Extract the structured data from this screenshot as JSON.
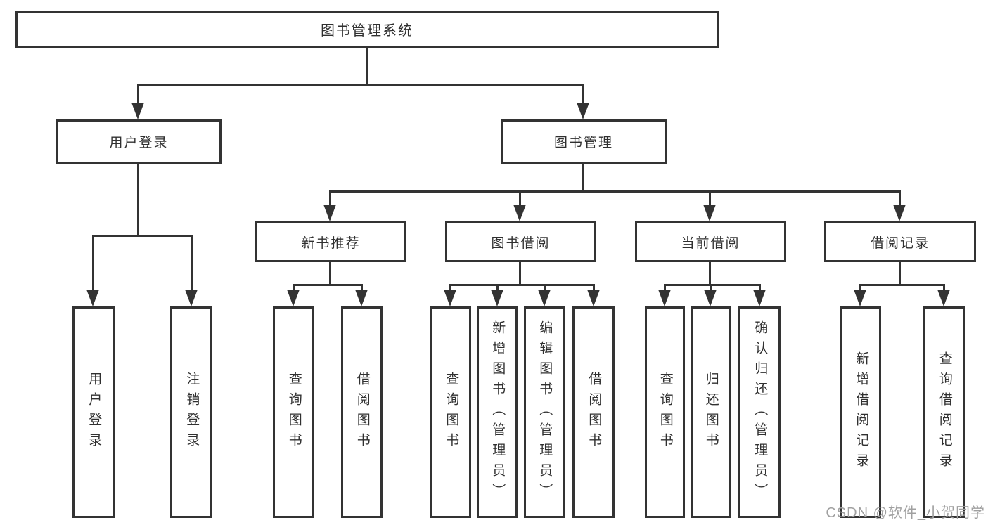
{
  "diagram": {
    "colors": {
      "line": "#333333",
      "text": "#303030",
      "watermark": "#a0a0a0",
      "background": "#ffffff"
    },
    "tree": {
      "root": {
        "label": "图书管理系统",
        "children": [
          {
            "label": "用户登录",
            "children": [
              {
                "label": "用户登录"
              },
              {
                "label": "注销登录"
              }
            ]
          },
          {
            "label": "图书管理",
            "children": [
              {
                "label": "新书推荐",
                "children": [
                  {
                    "label": "查询图书"
                  },
                  {
                    "label": "借阅图书"
                  }
                ]
              },
              {
                "label": "图书借阅",
                "children": [
                  {
                    "label": "查询图书"
                  },
                  {
                    "label": "新增图书（管理员）"
                  },
                  {
                    "label": "编辑图书（管理员）"
                  },
                  {
                    "label": "借阅图书"
                  }
                ]
              },
              {
                "label": "当前借阅",
                "children": [
                  {
                    "label": "查询图书"
                  },
                  {
                    "label": "归还图书"
                  },
                  {
                    "label": "确认归还（管理员）"
                  }
                ]
              },
              {
                "label": "借阅记录",
                "children": [
                  {
                    "label": "新增借阅记录"
                  },
                  {
                    "label": "查询借阅记录"
                  }
                ]
              }
            ]
          }
        ]
      }
    },
    "watermark": {
      "text": "CSDN @软件_小贺同学"
    }
  }
}
